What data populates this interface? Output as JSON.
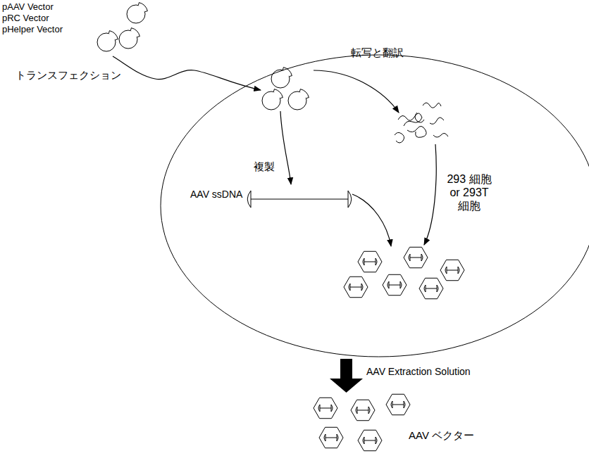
{
  "diagram": {
    "nodes": [
      {
        "text": [
          "293 細胞 or 293T 細胞"
        ]
      }
    ],
    "labels": [
      "pAAV Vector",
      "pRC Vector",
      "pHelper Vector",
      "トランスフェクション",
      "転写と翻訳",
      "複製",
      "AAV ssDNA",
      "AAV Extraction Solution",
      "AAV ベクター"
    ]
  }
}
